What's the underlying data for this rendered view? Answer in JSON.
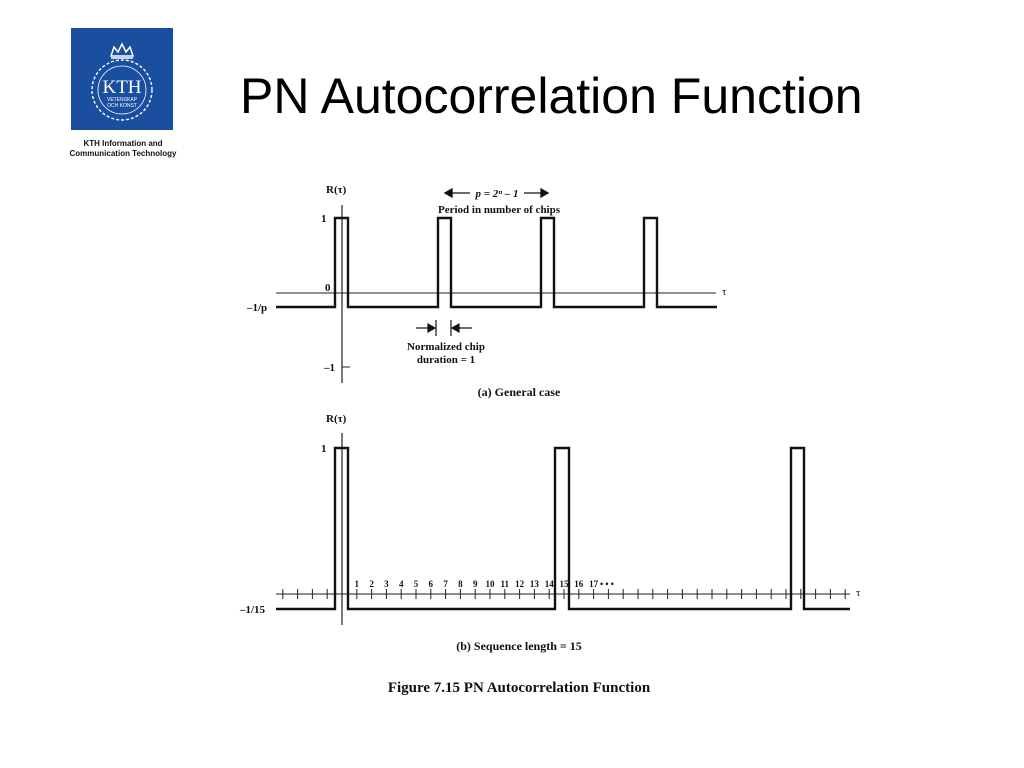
{
  "slide": {
    "title": "PN Autocorrelation Function",
    "org_line1": "KTH Information and",
    "org_line2": "Communication Technology"
  },
  "logo": {
    "text": "KTH",
    "line1": "VETENSKAP",
    "line2": "OCH KONST",
    "color": "#1a4fa0"
  },
  "figure": {
    "caption": "Figure 7.15 PN Autocorrelation Function",
    "panel_a": {
      "ylabel": "R(τ)",
      "y_one": "1",
      "y_zero": "0",
      "y_low": "–1/p",
      "y_neg_one": "–1",
      "xlabel": "τ",
      "period_label": "p = 2ⁿ – 1",
      "period_desc": "Period in number of chips",
      "chip_label1": "Normalized chip",
      "chip_label2": "duration = 1",
      "subcaption": "(a) General case"
    },
    "panel_b": {
      "ylabel": "R(τ)",
      "y_one": "1",
      "y_low": "–1/15",
      "xlabel": "τ",
      "ticks": [
        "1",
        "2",
        "3",
        "4",
        "5",
        "6",
        "7",
        "8",
        "9",
        "10",
        "11",
        "12",
        "13",
        "14",
        "15",
        "16",
        "17"
      ],
      "ellipsis": "• • •",
      "subcaption": "(b) Sequence length = 15"
    }
  }
}
